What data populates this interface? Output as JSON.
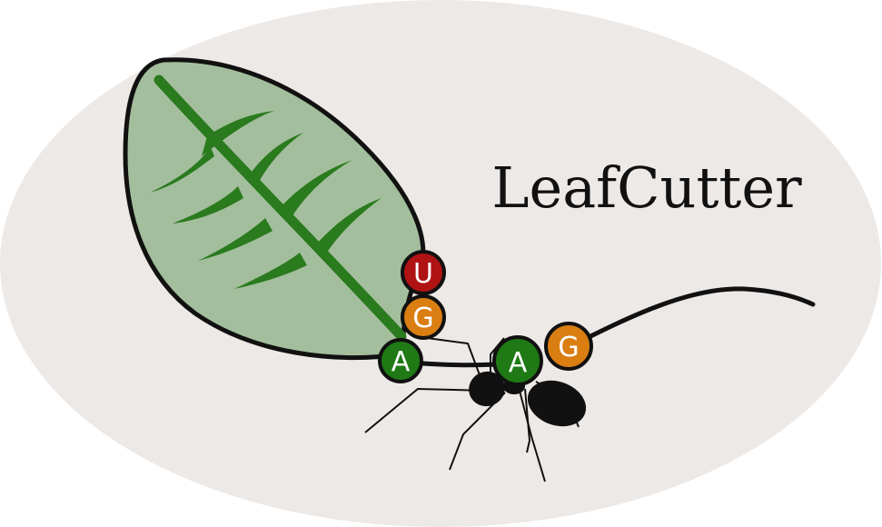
{
  "logo": {
    "title": "LeafCutter",
    "colors": {
      "background_ellipse": "#EDE9E7",
      "leaf_fill": "#A3BE9D",
      "leaf_vein": "#2A7A1E",
      "outline": "#111111",
      "nucleotide_U": "#B01313",
      "nucleotide_G": "#DA7E12",
      "nucleotide_A": "#1F7A15",
      "ant_body": "#111111"
    },
    "nucleotides": [
      {
        "letter": "U",
        "icon": "nucleotide-u-bead"
      },
      {
        "letter": "G",
        "icon": "nucleotide-g-bead"
      },
      {
        "letter": "A",
        "icon": "nucleotide-a-bead"
      },
      {
        "letter": "A",
        "icon": "nucleotide-a-bead"
      },
      {
        "letter": "G",
        "icon": "nucleotide-g-bead"
      }
    ]
  }
}
